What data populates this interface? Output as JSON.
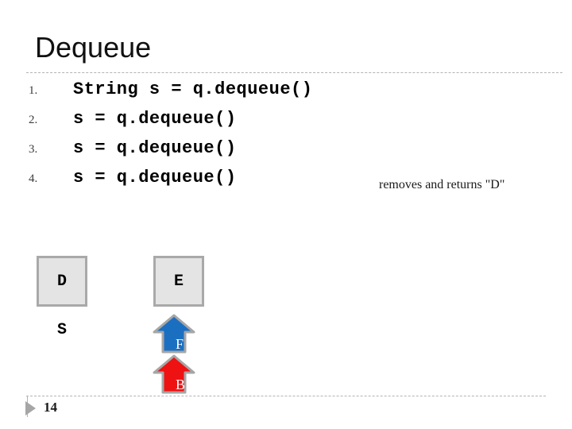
{
  "slide": {
    "title": "Dequeue",
    "page_number": "14"
  },
  "steps": [
    {
      "num": "1.",
      "code": "String s = q.dequeue()",
      "note": ""
    },
    {
      "num": "2.",
      "code": "s = q.dequeue()",
      "note": ""
    },
    {
      "num": "3.",
      "code": "s = q.dequeue()",
      "note": ""
    },
    {
      "num": "4.",
      "code": "s = q.dequeue()",
      "note": "removes and returns \"D\""
    }
  ],
  "diagram": {
    "boxes": [
      {
        "label": "D"
      },
      {
        "label": "E"
      }
    ],
    "queue_label": "S",
    "arrows": [
      {
        "label": "F",
        "color": "#1b6fc1"
      },
      {
        "label": "B",
        "color": "#ee1212"
      }
    ],
    "box_fill": "#e4e4e4",
    "border_color": "#a6a6a6"
  }
}
